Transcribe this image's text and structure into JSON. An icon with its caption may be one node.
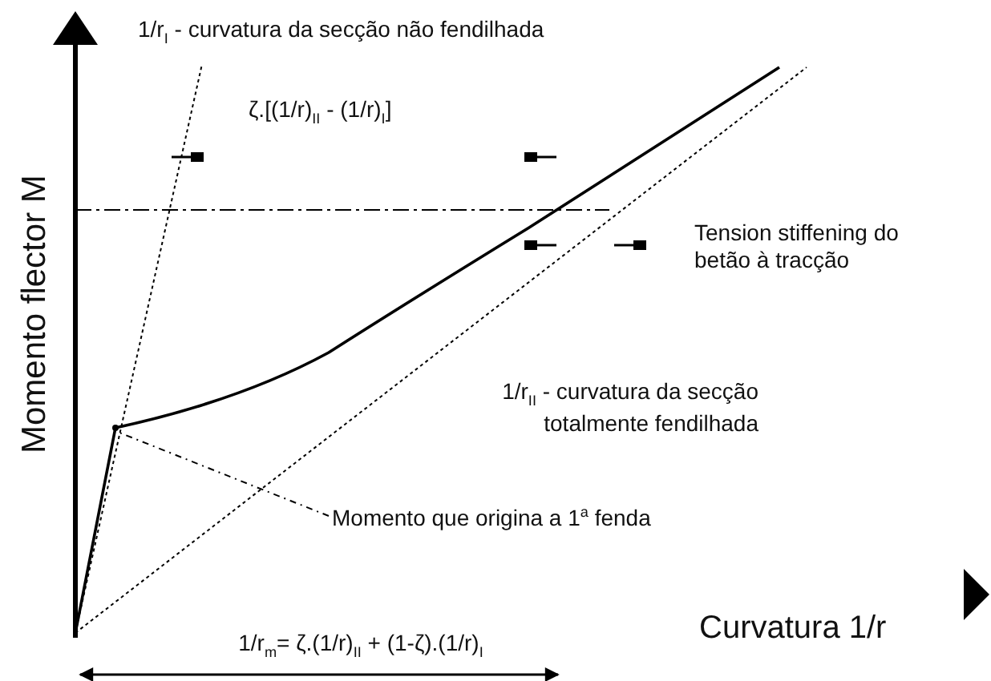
{
  "diagram": {
    "nodes": [
      {
        "text": [
          "Momento que origina a 1$^{a}$ fenda"
        ]
      },
      {
        "text": [],
        "shape": "circle"
      }
    ],
    "edges": [
      {
        "from": 0,
        "to": 1,
        "arrow": "none",
        "style": "dashed"
      }
    ],
    "labels": [
      "1/r$_{I}$ - curvatura da secção não fendilhada",
      "Momento flector M",
      "ζ.[(1/r)$_{II}$ - (1/r)$_{I}$]",
      "Tension stiffening do betão à tracção",
      "1/r$_{II}$ - curvatura da secção totalmente fendilhada",
      "Curvatura 1/r",
      "1/r$_{m}$= ζ.(1/r)$_{II}$ + (1-ζ).(1/r)$_{I}$"
    ]
  }
}
